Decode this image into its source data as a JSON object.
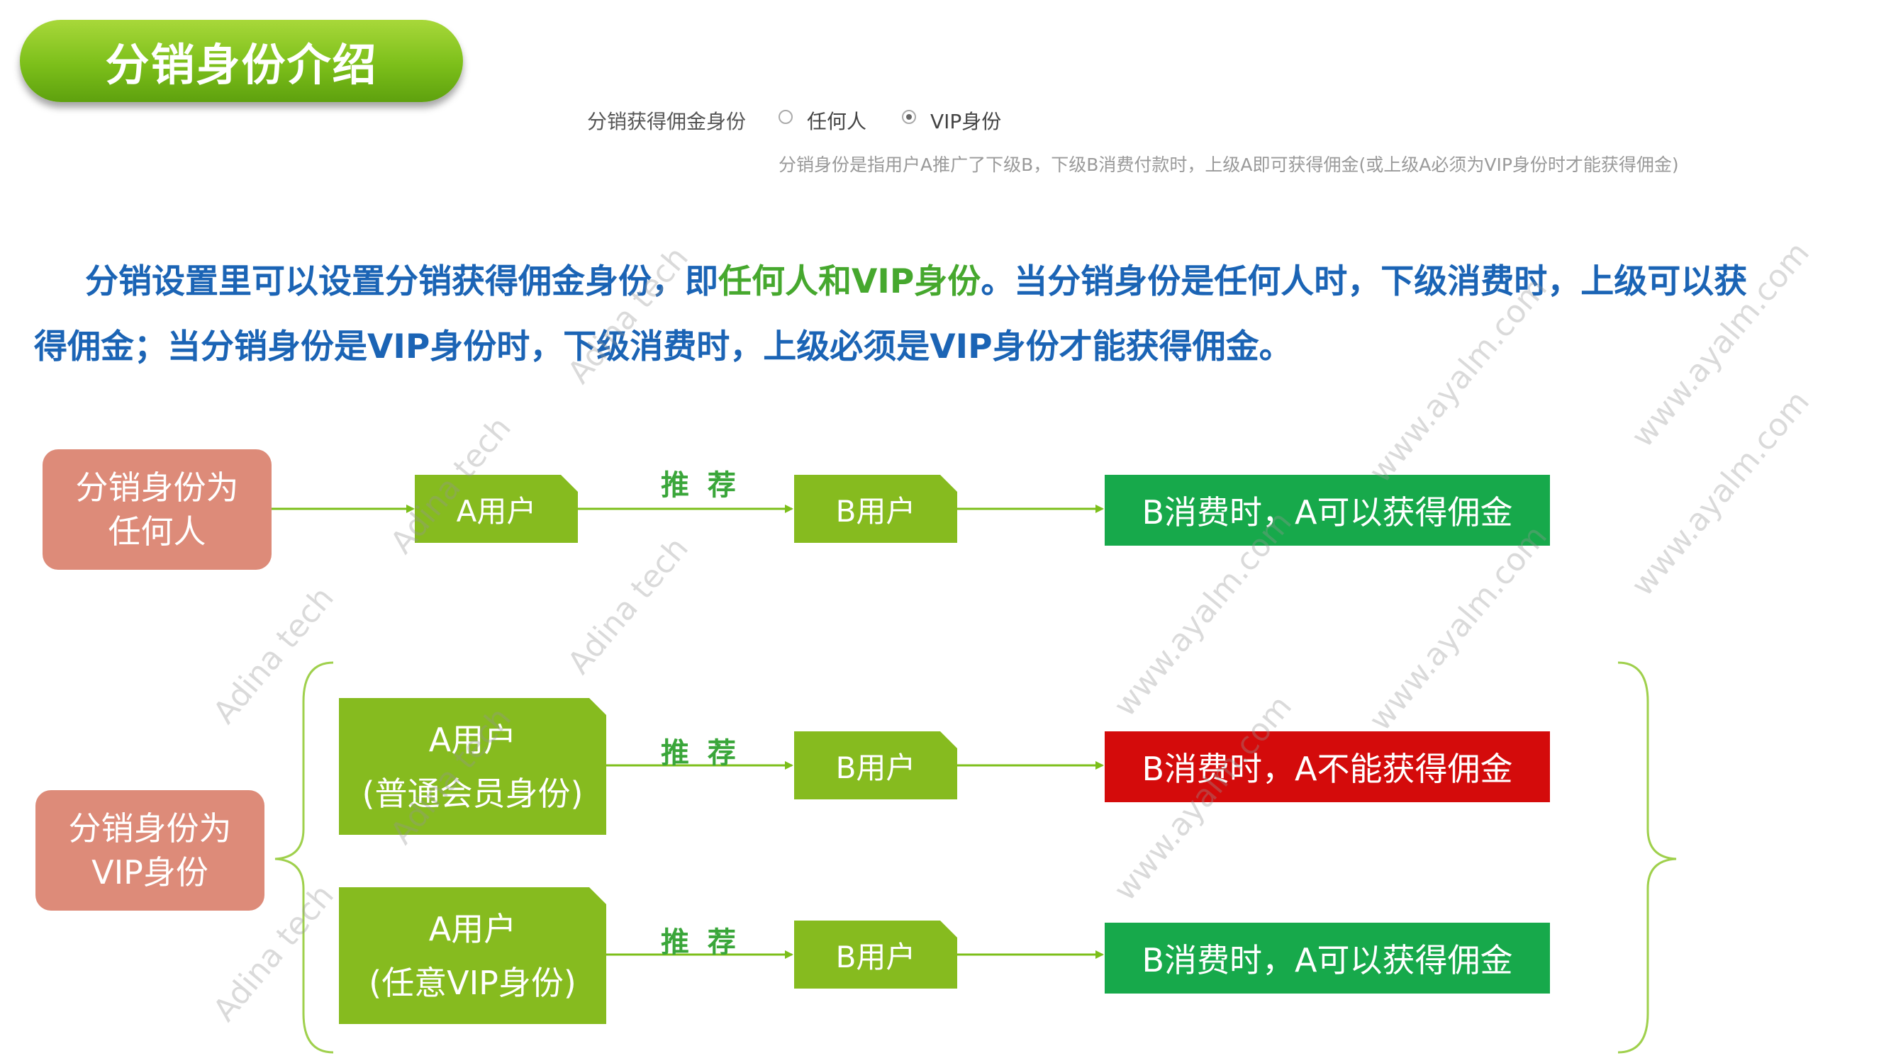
{
  "title": "分销身份介绍",
  "settings": {
    "label": "分销获得佣金身份",
    "options": [
      {
        "label": "任何人",
        "checked": false
      },
      {
        "label": "VIP身份",
        "checked": true
      }
    ],
    "help": "分销身份是指用户A推广了下级B，下级B消费付款时，上级A即可获得佣金(或上级A必须为VIP身份时才能获得佣金)"
  },
  "description": {
    "part1": "分销设置里可以设置分销获得佣金身份，即",
    "highlight1": "任何人",
    "part2": "和",
    "highlight2": "VIP身份",
    "part3": "。当分销身份是任何人时，下级消费时，上级可以获得佣金；当分销身份是VIP身份时，下级消费时，上级必须是VIP身份才能获得佣金。"
  },
  "flow_anyone": {
    "identity_line1": "分销身份为",
    "identity_line2": "任何人",
    "a_user": "A用户",
    "recommend": "推 荐",
    "b_user": "B用户",
    "result": "B消费时，A可以获得佣金"
  },
  "flow_vip": {
    "identity_line1": "分销身份为",
    "identity_line2": "VIP身份",
    "rows": [
      {
        "a_line1": "A用户",
        "a_line2": "(普通会员身份)",
        "recommend": "推 荐",
        "b_user": "B用户",
        "result": "B消费时，A不能获得佣金"
      },
      {
        "a_line1": "A用户",
        "a_line2": "(任意VIP身份)",
        "recommend": "推 荐",
        "b_user": "B用户",
        "result": "B消费时，A可以获得佣金"
      }
    ]
  },
  "watermarks": {
    "adina": "Adina tech",
    "ayalm": "www.ayalm.com"
  },
  "colors": {
    "title_green": "#7cbf1a",
    "text_blue": "#1b64b5",
    "highlight_green": "#46a82e",
    "salmon": "#dd8b79",
    "box_green": "#86bb1f",
    "result_green": "#17a94b",
    "result_red": "#d40b0b",
    "arrow_green": "#7cbf1a"
  }
}
